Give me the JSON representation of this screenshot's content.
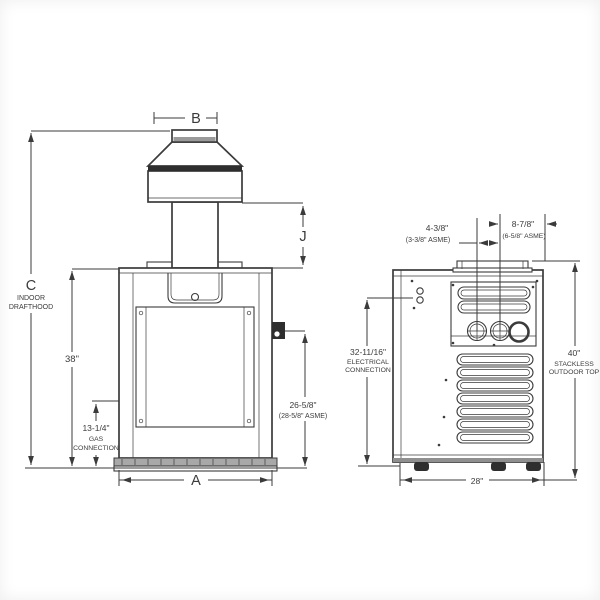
{
  "drawing": {
    "front_view": {
      "flue_width_label": "B",
      "total_height_label": "C",
      "total_height_note_line1": "INDOOR",
      "total_height_note_line2": "DRAFTHOOD",
      "drafthood_height_label": "J",
      "cabinet_height": "38\"",
      "gas_connection_height": "13-1/4\"",
      "gas_note_line1": "GAS",
      "gas_note_line2": "CONNECTION",
      "water_connection_height": "26-5/8\"",
      "water_connection_height_asme": "(28-5/8\" ASME)",
      "width_label": "A"
    },
    "rear_view": {
      "connection_spacing": "4-3/8\"",
      "connection_spacing_asme": "(3-3/8\" ASME)",
      "connection_edge_offset": "8-7/8\"",
      "connection_edge_offset_asme": "(6-5/8\" ASME)",
      "electrical_height": "32-11/16\"",
      "electrical_note_line1": "ELECTRICAL",
      "electrical_note_line2": "CONNECTION",
      "stackless_top_height": "40\"",
      "stackless_note_line1": "STACKLESS",
      "stackless_note_line2": "OUTDOOR TOP",
      "base_width": "28\""
    }
  },
  "colors": {
    "line": "#3b3b3b",
    "cone_band": "#2e2e2e",
    "collar_band": "#9a9a9a",
    "base_rail": "#a8a8a8"
  }
}
